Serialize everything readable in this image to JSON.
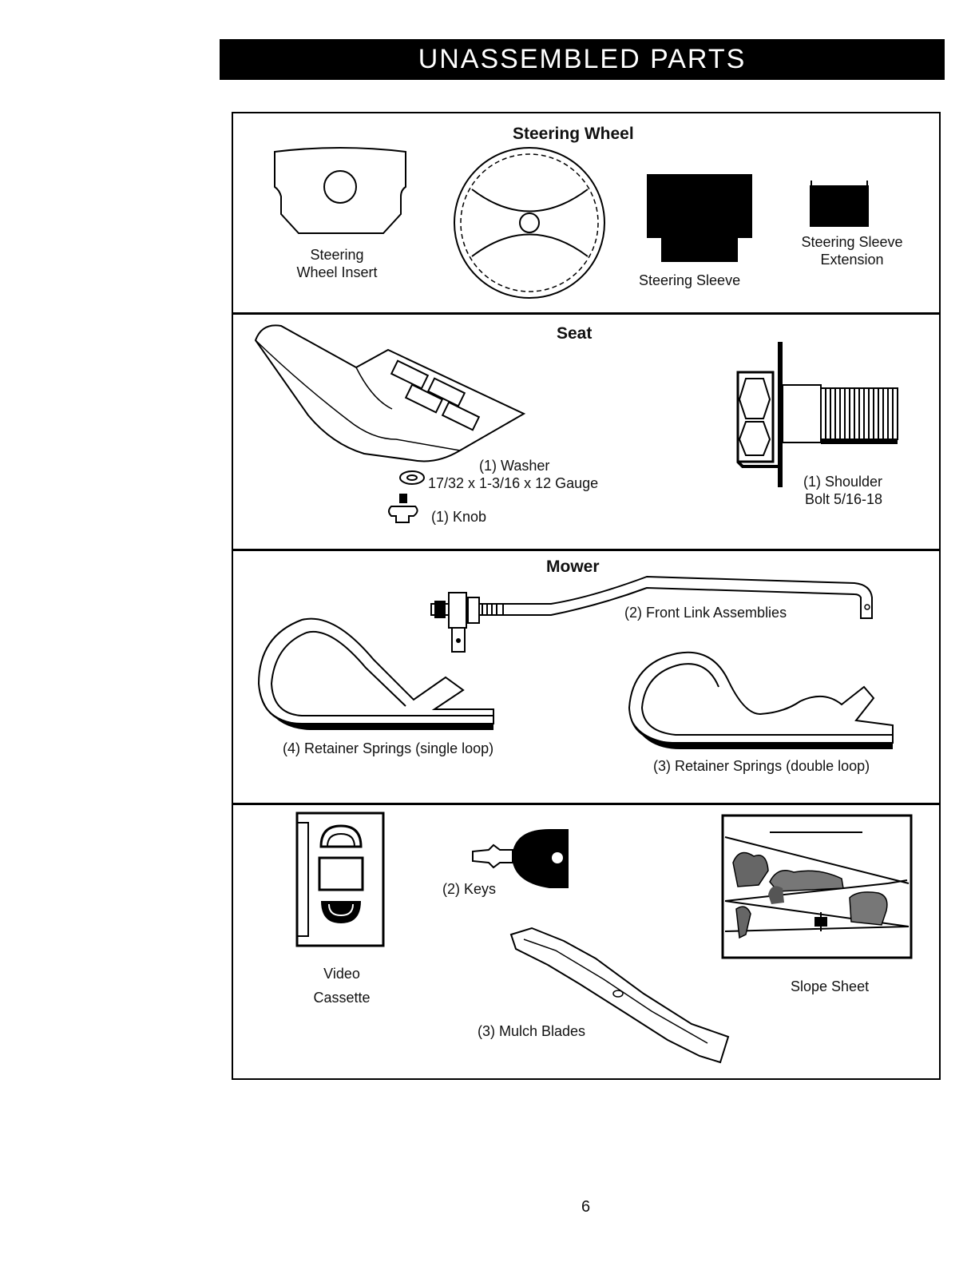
{
  "header": {
    "title": "UNASSEMBLED PARTS"
  },
  "steering": {
    "title": "Steering Wheel",
    "insert_line1": "Steering",
    "insert_line2": "Wheel Insert",
    "sleeve": "Steering Sleeve",
    "extension_line1": "Steering Sleeve",
    "extension_line2": "Extension"
  },
  "seat": {
    "title": "Seat",
    "washer_line1": "(1) Washer",
    "washer_line2": "17/32 x 1-3/16 x 12 Gauge",
    "knob": "(1) Knob",
    "bolt_line1": "(1) Shoulder",
    "bolt_line2": "Bolt  5/16-18"
  },
  "mower": {
    "title": "Mower",
    "front_link": "(2) Front Link Assemblies",
    "single_loop": "(4)  Retainer Springs (single loop)",
    "double_loop": "(3)  Retainer Springs (double loop)"
  },
  "misc": {
    "video_line1": "Video",
    "video_line2": "Cassette",
    "keys": "(2) Keys",
    "blades": "(3) Mulch Blades",
    "slope": "Slope Sheet"
  },
  "footer": {
    "page_number": "6"
  }
}
